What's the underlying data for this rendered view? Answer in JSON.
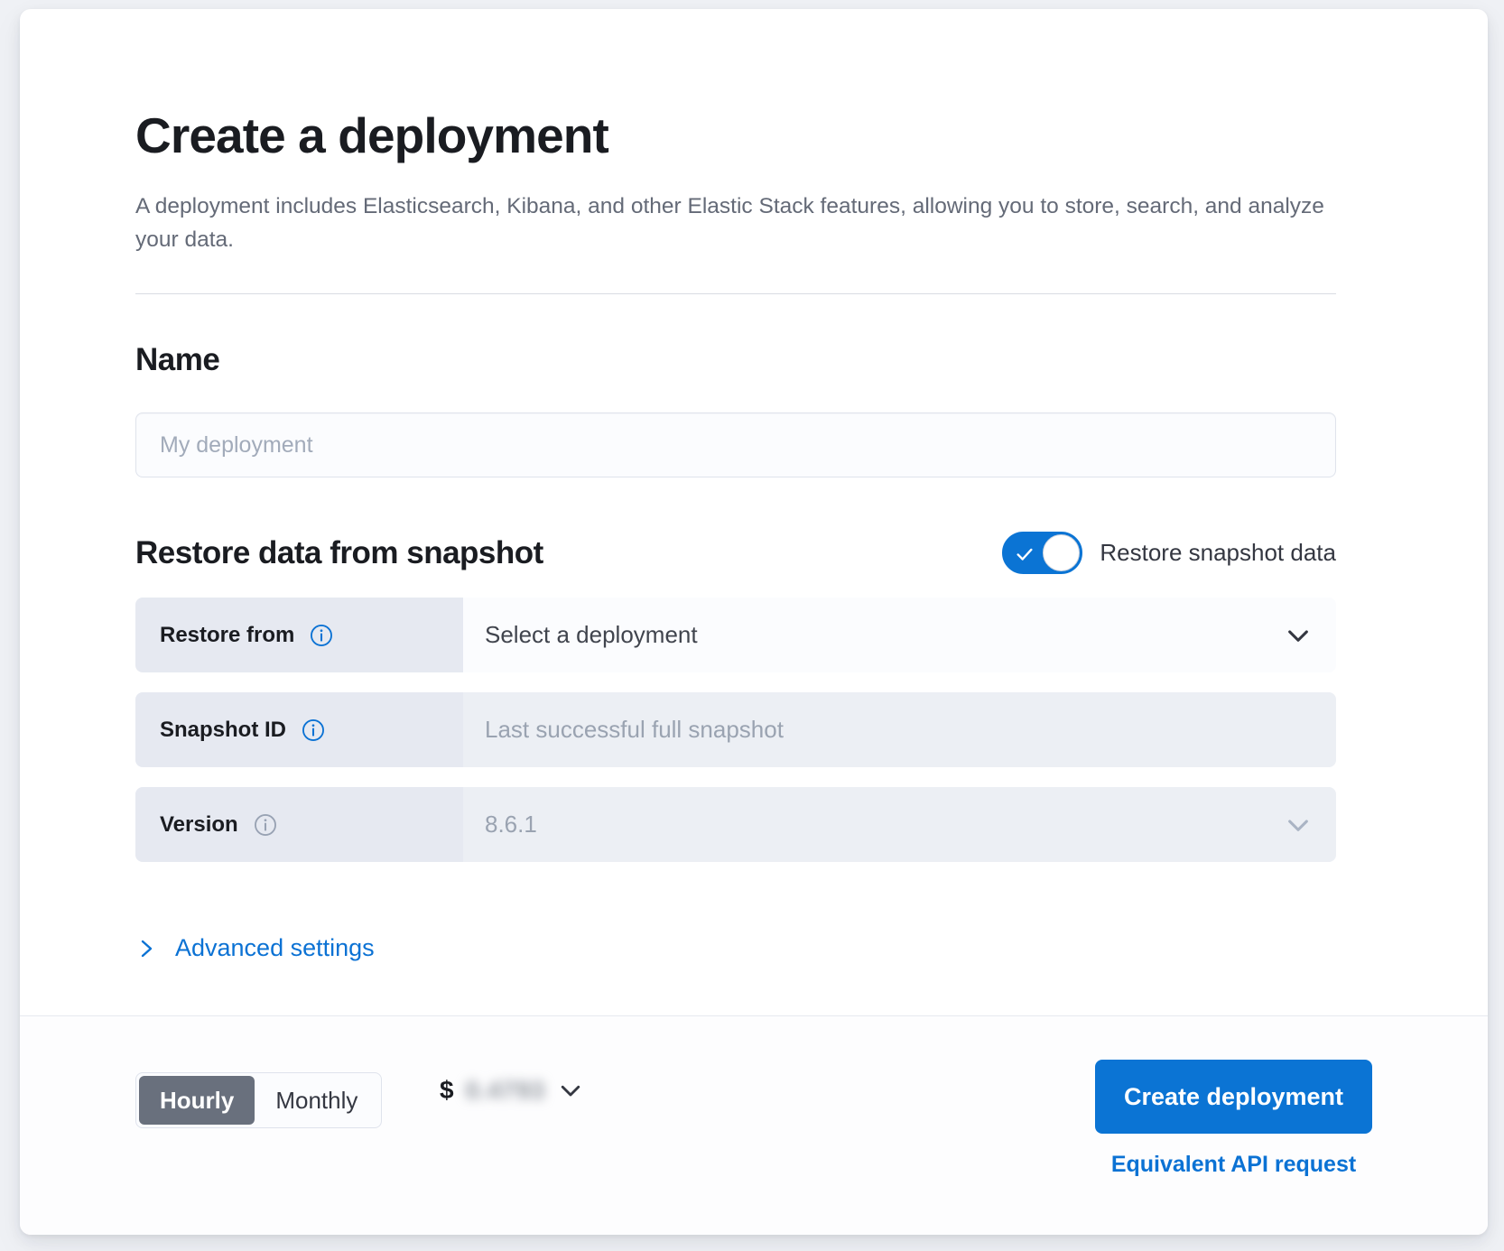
{
  "header": {
    "title": "Create a deployment",
    "description": "A deployment includes Elasticsearch, Kibana, and other Elastic Stack features, allowing you to store, search, and analyze your data."
  },
  "name_section": {
    "heading": "Name",
    "input_placeholder": "My deployment",
    "input_value": ""
  },
  "snapshot_section": {
    "heading": "Restore data from snapshot",
    "toggle": {
      "label": "Restore snapshot data",
      "checked": true,
      "icon": "check-icon"
    },
    "rows": [
      {
        "label": "Restore from",
        "info_icon": "info-circle-icon",
        "value": "Select a deployment",
        "placeholder": "Select a deployment",
        "disabled": false,
        "control": "dropdown",
        "control_icon": "chevron-down-icon"
      },
      {
        "label": "Snapshot ID",
        "info_icon": "info-circle-icon",
        "value": "Last successful full snapshot",
        "placeholder": "Last successful full snapshot",
        "disabled": true,
        "control": "text",
        "control_icon": ""
      },
      {
        "label": "Version",
        "info_icon": "info-circle-icon",
        "value": "8.6.1",
        "placeholder": "8.6.1",
        "disabled": true,
        "control": "dropdown",
        "control_icon": "chevron-down-icon"
      }
    ]
  },
  "advanced": {
    "label": "Advanced settings",
    "icon": "chevron-right-icon"
  },
  "footer": {
    "billing_toggle": {
      "options": [
        "Hourly",
        "Monthly"
      ],
      "selected": "Hourly"
    },
    "price": {
      "currency_symbol": "$",
      "amount": "0.4793",
      "redacted": true,
      "icon": "chevron-down-icon"
    },
    "primary_button": "Create deployment",
    "secondary_link": "Equivalent API request"
  },
  "colors": {
    "accent_blue": "#0b74d4",
    "link_blue": "#0b72d4",
    "segment_active": "#69707d",
    "label_bg": "#e6e9f1",
    "disabled_field_bg": "#eceff4",
    "enabled_field_bg": "#fbfcfe",
    "page_bg": "#eff1f5",
    "text_primary": "#1a1c21",
    "text_muted": "#646a77"
  }
}
